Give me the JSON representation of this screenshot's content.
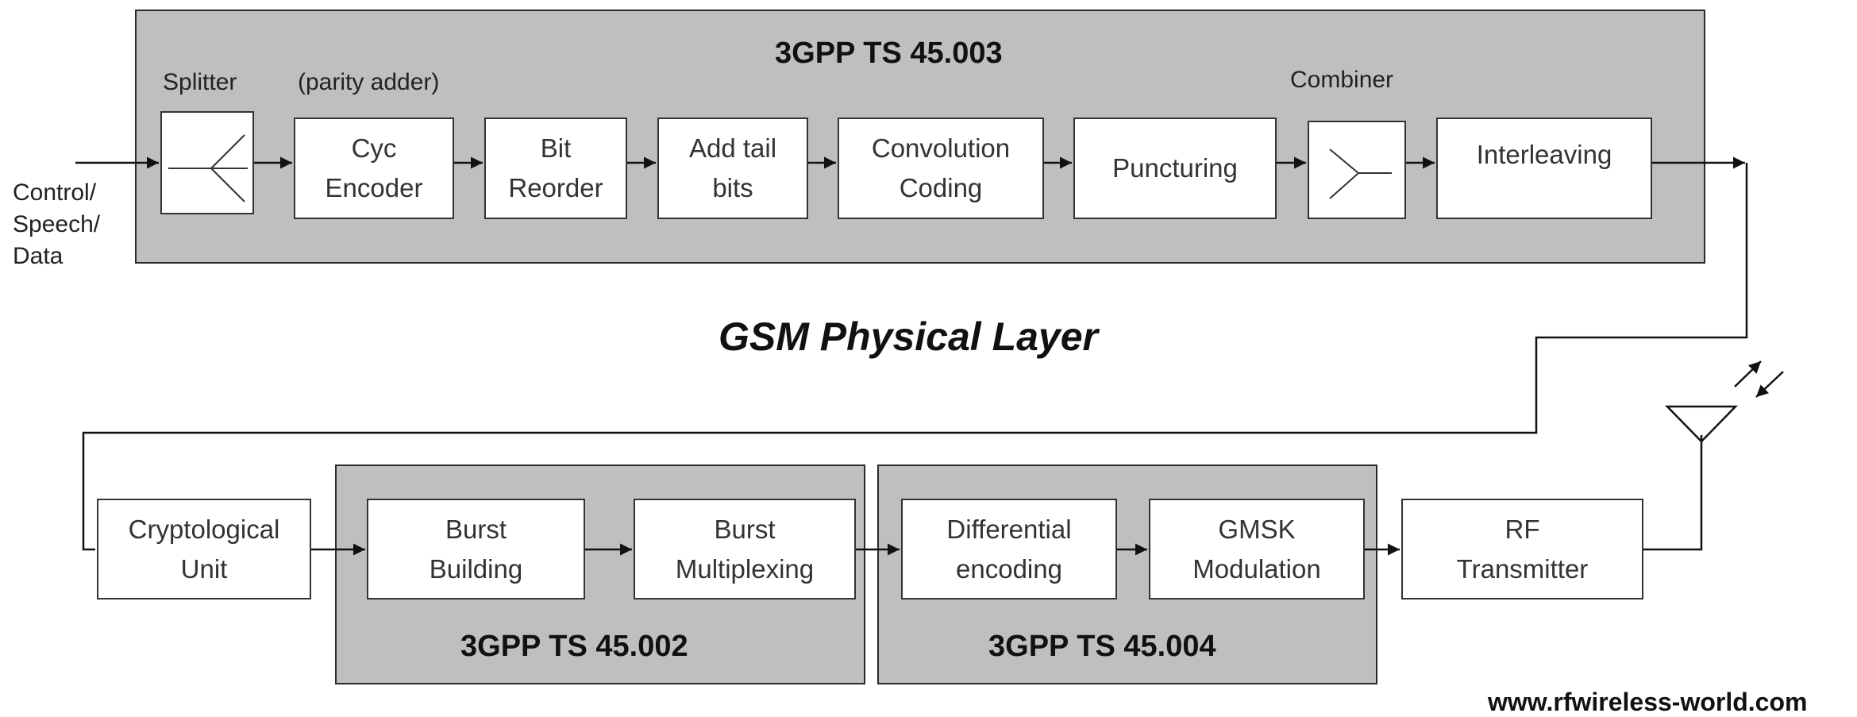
{
  "title": "GSM Physical Layer",
  "website": "www.rfwireless-world.com",
  "input_label": [
    "Control/",
    "Speech/",
    "Data"
  ],
  "groups": {
    "ts45003": "3GPP TS 45.003",
    "ts45002": "3GPP TS 45.002",
    "ts45004": "3GPP TS 45.004"
  },
  "labels": {
    "splitter": "Splitter",
    "parity": "(parity adder)",
    "combiner": "Combiner"
  },
  "blocks": {
    "cyc_encoder": [
      "Cyc",
      "Encoder"
    ],
    "bit_reorder": [
      "Bit",
      "Reorder"
    ],
    "add_tail_bits": [
      "Add tail",
      "bits"
    ],
    "convolution_coding": [
      "Convolution",
      "Coding"
    ],
    "puncturing": [
      "Puncturing"
    ],
    "interleaving": [
      "Interleaving"
    ],
    "cryptological_unit": [
      "Cryptological",
      "Unit"
    ],
    "burst_building": [
      "Burst",
      "Building"
    ],
    "burst_multiplexing": [
      "Burst",
      "Multiplexing"
    ],
    "differential_encoding": [
      "Differential",
      "encoding"
    ],
    "gmsk_modulation": [
      "GMSK",
      "Modulation"
    ],
    "rf_transmitter": [
      "RF",
      "Transmitter"
    ]
  },
  "icons": [
    "splitter-icon",
    "combiner-icon",
    "antenna-icon",
    "wireless-signal-icon"
  ]
}
